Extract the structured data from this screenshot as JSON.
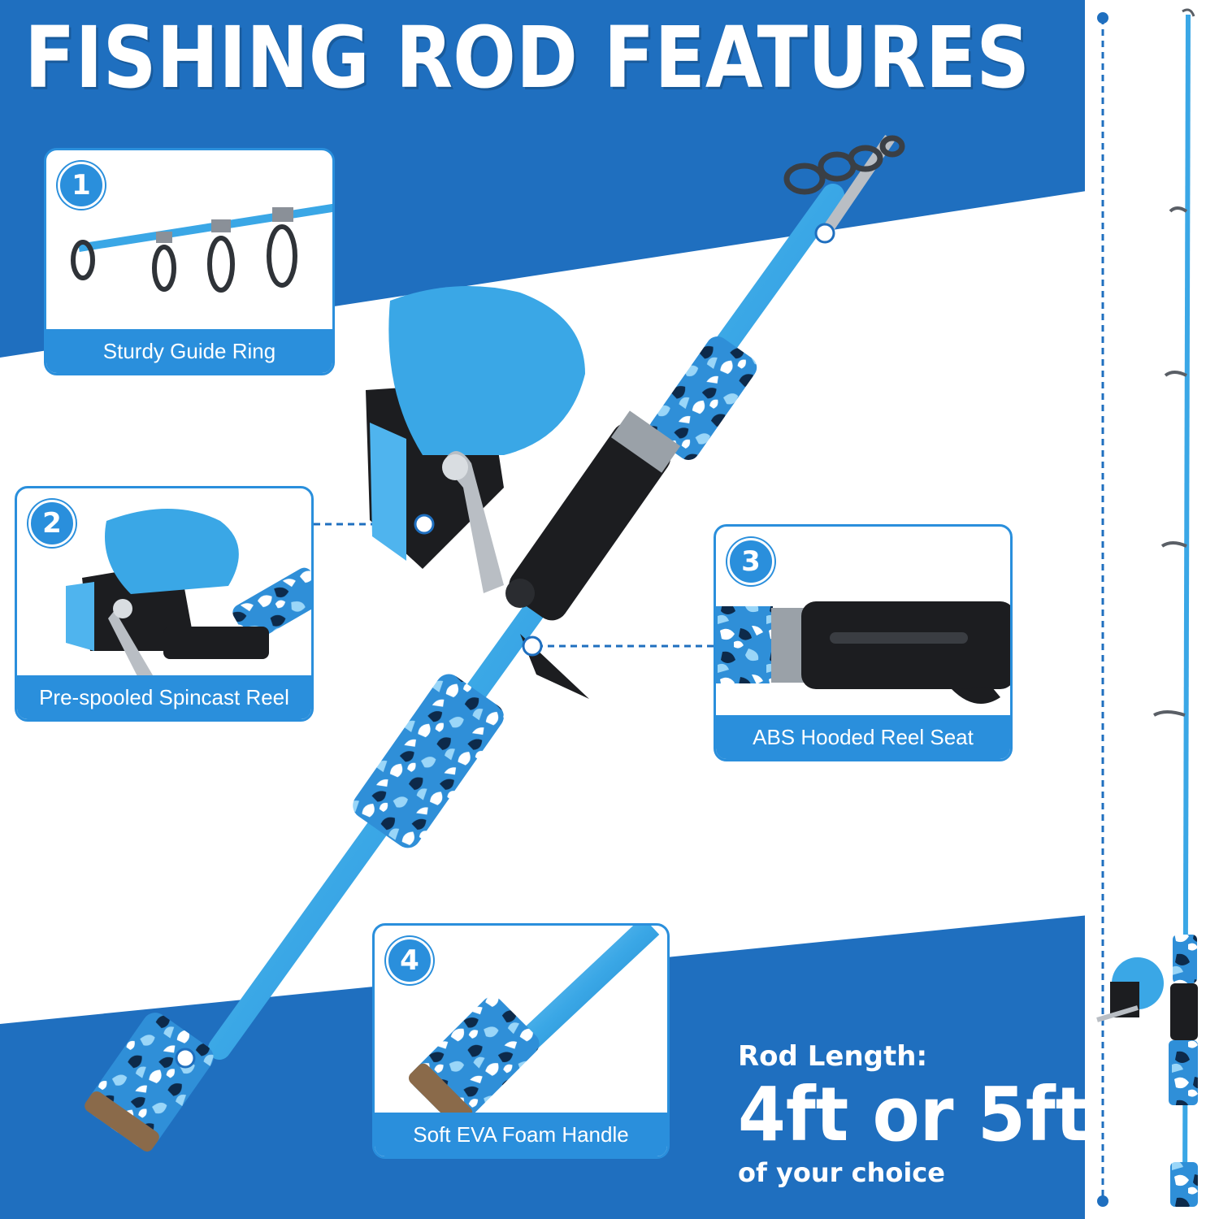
{
  "title": "FISHING ROD FEATURES",
  "colors": {
    "accent": "#2a8fdc",
    "band_dark": "#1f6fbf",
    "rod_blue": "#3aa7e6"
  },
  "features": [
    {
      "number": "1",
      "caption": "Sturdy Guide Ring"
    },
    {
      "number": "2",
      "caption": "Pre-spooled Spincast Reel"
    },
    {
      "number": "3",
      "caption": "ABS Hooded Reel Seat"
    },
    {
      "number": "4",
      "caption": "Soft EVA Foam Handle"
    }
  ],
  "rod_length": {
    "label": "Rod Length:",
    "value": "4ft or 5ft",
    "note": "of your choice"
  }
}
